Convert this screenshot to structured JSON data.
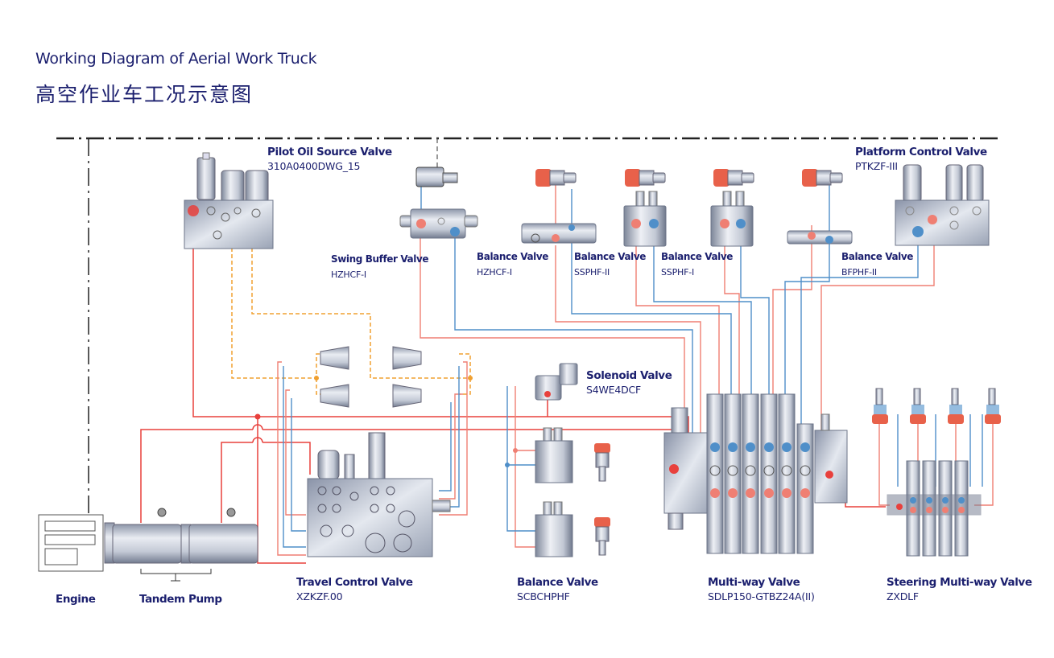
{
  "title": {
    "english": "Working Diagram of Aerial Work Truck",
    "chinese": "高空作业车工况示意图"
  },
  "components": {
    "pilot_oil_source_valve": {
      "name": "Pilot Oil Source Valve",
      "code": "310A0400DWG_15"
    },
    "swing_buffer_valve": {
      "name": "Swing Buffer Valve",
      "code": "HZHCF-I"
    },
    "balance_valve_hzhcf": {
      "name": "Balance Valve",
      "code": "HZHCF-I"
    },
    "balance_valve_ssphf2": {
      "name": "Balance Valve",
      "code": "SSPHF-II"
    },
    "balance_valve_ssphf1": {
      "name": "Balance Valve",
      "code": "SSPHF-I"
    },
    "balance_valve_bfphf2": {
      "name": "Balance Valve",
      "code": "BFPHF-II"
    },
    "platform_control_valve": {
      "name": "Platform Control Valve",
      "code": "PTKZF-III"
    },
    "solenoid_valve": {
      "name": "Solenoid Valve",
      "code": "S4WE4DCF"
    },
    "engine": {
      "name": "Engine"
    },
    "tandem_pump": {
      "name": "Tandem Pump"
    },
    "travel_control_valve": {
      "name": "Travel Control Valve",
      "code": "XZKZF.00"
    },
    "balance_valve_scbchphf": {
      "name": "Balance Valve",
      "code": "SCBCHPHF"
    },
    "multi_way_valve": {
      "name": "Multi-way Valve",
      "code": "SDLP150-GTBZ24A(II)"
    },
    "steering_multi_way_valve": {
      "name": "Steering Multi-way Valve",
      "code": "ZXDLF"
    }
  },
  "colors": {
    "title": "#1b1f6e",
    "pressure_line": "#e8403c",
    "pressure_line_light": "#ef7f73",
    "return_line": "#4f8fc9",
    "pilot_line": "#f0a030",
    "boundary_line": "#222222",
    "valve_body": "#b4bccb",
    "cylinder_cap": "#e8614a"
  }
}
